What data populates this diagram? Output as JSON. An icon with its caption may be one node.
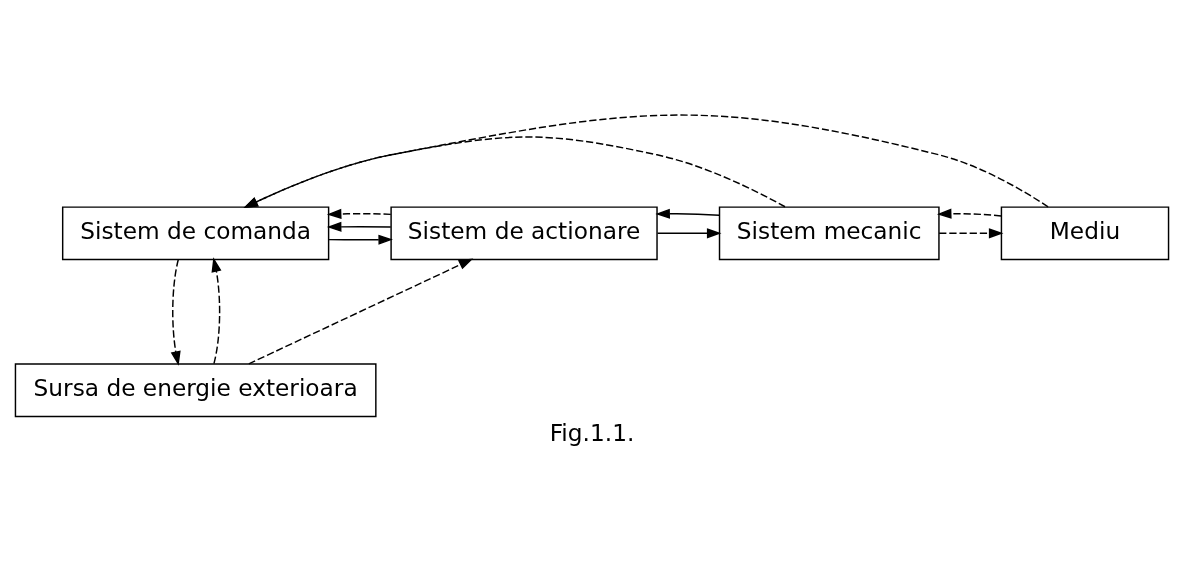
{
  "diagram": {
    "caption": "Fig.1.1.",
    "nodes": [
      {
        "text": [
          "Sistem de comanda"
        ]
      },
      {
        "text": [
          "Sistem de actionare"
        ]
      },
      {
        "text": [
          "Sistem mecanic"
        ]
      },
      {
        "text": [
          "Mediu"
        ]
      },
      {
        "text": [
          "Sursa de energie exterioara"
        ]
      }
    ],
    "edges": [
      {
        "from": 0,
        "to": 1,
        "arrow": "to"
      },
      {
        "from": 1,
        "to": 0,
        "arrow": "to"
      },
      {
        "from": 1,
        "to": 2,
        "arrow": "to"
      },
      {
        "from": 2,
        "to": 1,
        "arrow": "to"
      },
      {
        "from": 2,
        "to": 3,
        "arrow": "to",
        "style": "dashed"
      },
      {
        "from": 3,
        "to": 2,
        "arrow": "to",
        "style": "dashed"
      },
      {
        "from": 3,
        "to": 0,
        "arrow": "to",
        "style": "dashed"
      },
      {
        "from": 2,
        "to": 0,
        "arrow": "to",
        "style": "dashed"
      },
      {
        "from": 1,
        "to": 0,
        "arrow": "to",
        "style": "dashed"
      },
      {
        "from": 0,
        "to": 4,
        "arrow": "to",
        "style": "dashed"
      },
      {
        "from": 4,
        "to": 0,
        "arrow": "to",
        "style": "dashed"
      },
      {
        "from": 4,
        "to": 1,
        "arrow": "to",
        "style": "dashed"
      }
    ]
  }
}
